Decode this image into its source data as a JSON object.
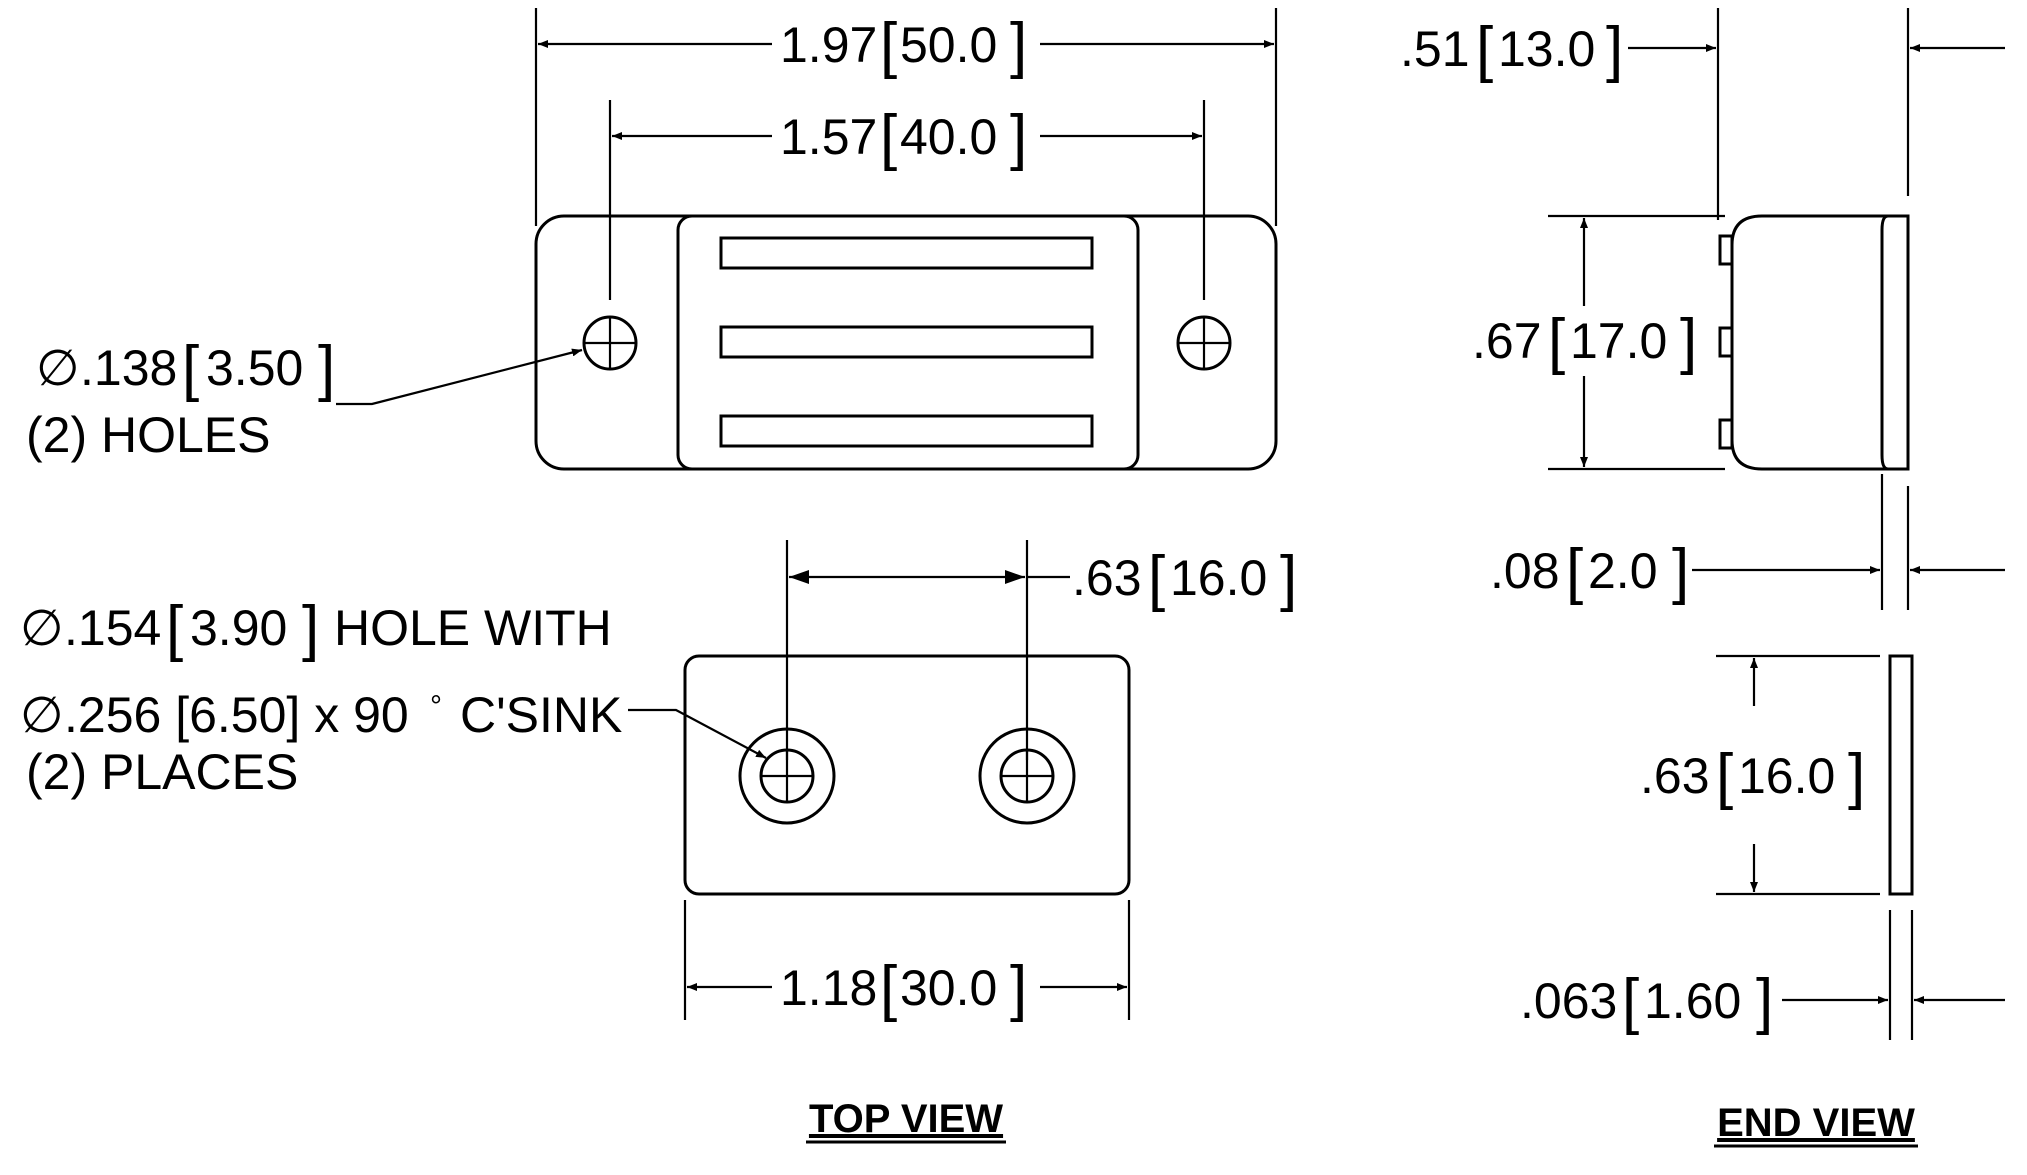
{
  "views": {
    "top_view_label": "TOP VIEW",
    "end_view_label": "END VIEW"
  },
  "dimensions": {
    "overall_length": {
      "inch": "1.97",
      "mm": "50.0"
    },
    "hole_spacing": {
      "inch": "1.57",
      "mm": "40.0"
    },
    "mount_hole": {
      "inch": ".138",
      "mm": "3.50",
      "note": "(2) HOLES"
    },
    "plate_hole_spacing": {
      "inch": ".63",
      "mm": "16.0"
    },
    "csink_hole": {
      "line1_inch": ".154",
      "line1_mm": "3.90",
      "line1_suffix": "HOLE WITH",
      "line2": ".256 [6.50] x 90",
      "line2_suffix": "C'SINK",
      "degree_symbol": "°",
      "line3": "(2) PLACES"
    },
    "plate_length": {
      "inch": "1.18",
      "mm": "30.0"
    },
    "end_depth": {
      "inch": ".51",
      "mm": "13.0"
    },
    "end_height": {
      "inch": ".67",
      "mm": "17.0"
    },
    "end_flange": {
      "inch": ".08",
      "mm": "2.0"
    },
    "plate_height": {
      "inch": ".63",
      "mm": "16.0"
    },
    "plate_thickness": {
      "inch": ".063",
      "mm": "1.60"
    }
  },
  "symbols": {
    "diameter": "∅"
  }
}
